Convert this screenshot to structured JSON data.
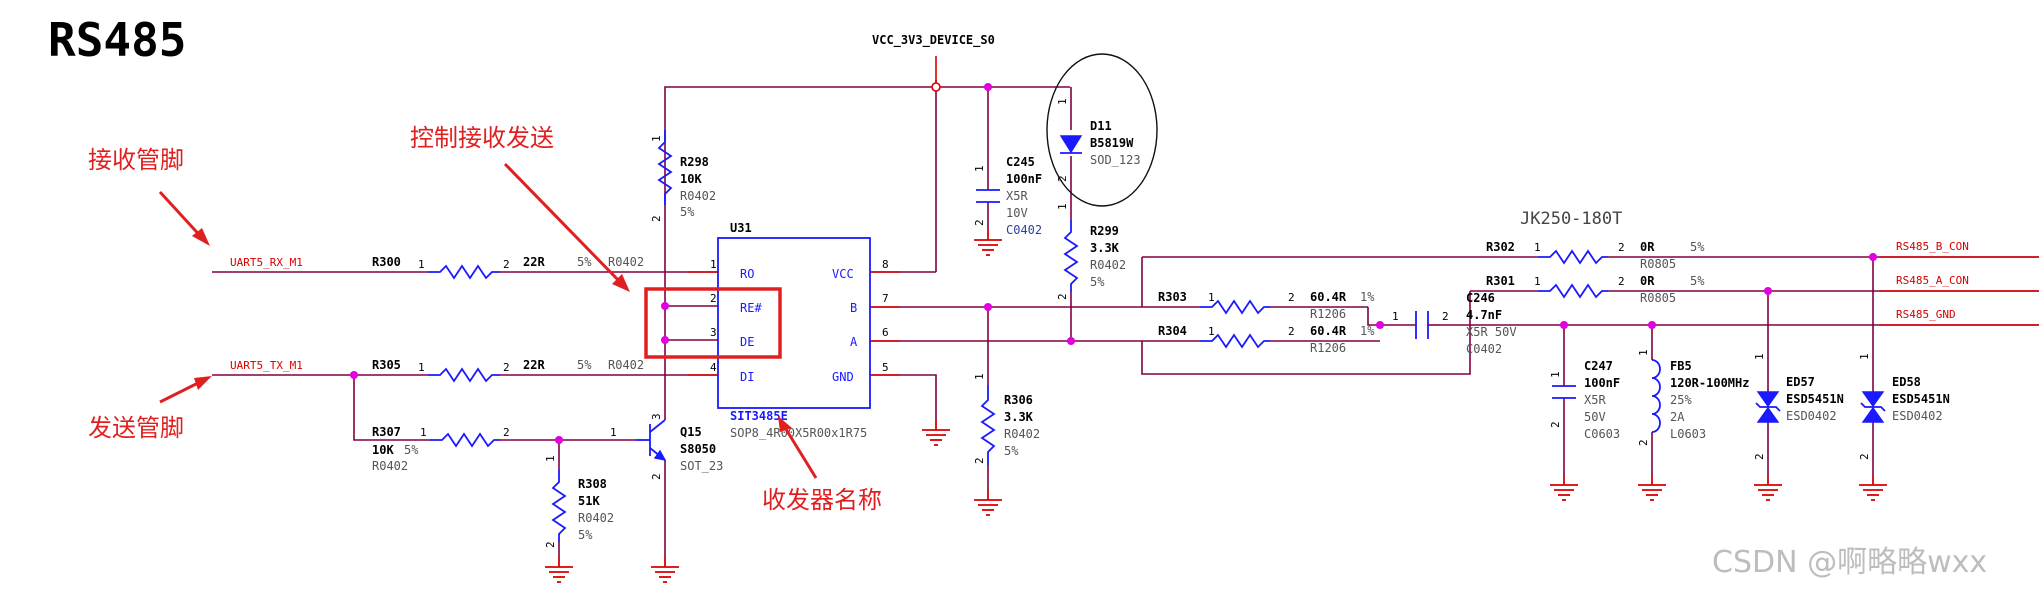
{
  "title": "RS485",
  "watermark": "CSDN @啊略略wxx",
  "annotations": {
    "rx_pin": "接收管脚",
    "tx_pin": "发送管脚",
    "control": "控制接收发送",
    "transceiver": "收发器名称"
  },
  "power": {
    "vcc_net": "VCC_3V3_DEVICE_S0"
  },
  "nets": {
    "uart_rx": "UART5_RX_M1",
    "uart_tx": "UART5_TX_M1",
    "rs485_b": "RS485_B_CON",
    "rs485_a": "RS485_A_CON",
    "rs485_gnd": "RS485_GND"
  },
  "connector": "JK250-180T",
  "ic": {
    "ref": "U31",
    "part": "SIT3485E",
    "package": "SOP8_4R00X5R00x1R75",
    "pins_left": [
      {
        "num": "1",
        "name": "RO"
      },
      {
        "num": "2",
        "name": "RE#"
      },
      {
        "num": "3",
        "name": "DE"
      },
      {
        "num": "4",
        "name": "DI"
      }
    ],
    "pins_right": [
      {
        "num": "8",
        "name": "VCC"
      },
      {
        "num": "7",
        "name": "B"
      },
      {
        "num": "6",
        "name": "A"
      },
      {
        "num": "5",
        "name": "GND"
      }
    ]
  },
  "components": {
    "r298": {
      "ref": "R298",
      "value": "10K",
      "pkg": "R0402",
      "tol": "5%",
      "p1": "1",
      "p2": "2"
    },
    "r300": {
      "ref": "R300",
      "p1": "1",
      "p2": "2",
      "value": "22R",
      "tol": "5%",
      "pkg": "R0402"
    },
    "r305": {
      "ref": "R305",
      "p1": "1",
      "p2": "2",
      "value": "22R",
      "tol": "5%",
      "pkg": "R0402"
    },
    "r307": {
      "ref": "R307",
      "p1": "1",
      "p2": "2",
      "value": "10K",
      "tol": "5%",
      "pkg": "R0402"
    },
    "r308": {
      "ref": "R308",
      "value": "51K",
      "pkg": "R0402",
      "tol": "5%",
      "p1": "1",
      "p2": "2"
    },
    "q15": {
      "ref": "Q15",
      "value": "S8050",
      "pkg": "SOT_23",
      "b": "1",
      "c": "3",
      "e": "2"
    },
    "c245": {
      "ref": "C245",
      "value": "100nF",
      "diel": "X5R",
      "volt": "10V",
      "pkg": "C0402",
      "p1": "1",
      "p2": "2"
    },
    "d11": {
      "ref": "D11",
      "value": "B5819W",
      "pkg": "SOD_123",
      "p1": "1",
      "p2": "2"
    },
    "r299": {
      "ref": "R299",
      "value": "3.3K",
      "pkg": "R0402",
      "tol": "5%",
      "p1": "1",
      "p2": "2"
    },
    "r306": {
      "ref": "R306",
      "value": "3.3K",
      "pkg": "R0402",
      "tol": "5%",
      "p1": "1",
      "p2": "2"
    },
    "r303": {
      "ref": "R303",
      "p1": "1",
      "p2": "2",
      "value": "60.4R",
      "tol": "1%",
      "pkg": "R1206"
    },
    "r304": {
      "ref": "R304",
      "p1": "1",
      "p2": "2",
      "value": "60.4R",
      "tol": "1%",
      "pkg": "R1206"
    },
    "r302": {
      "ref": "R302",
      "p1": "1",
      "p2": "2",
      "value": "0R",
      "tol": "5%",
      "pkg": "R0805"
    },
    "r301": {
      "ref": "R301",
      "p1": "1",
      "p2": "2",
      "value": "0R",
      "tol": "5%",
      "pkg": "R0805"
    },
    "c246": {
      "ref": "C246",
      "value": "4.7nF",
      "spec": "X5R 50V",
      "pkg": "C0402",
      "p1": "1",
      "p2": "2"
    },
    "c247": {
      "ref": "C247",
      "value": "100nF",
      "diel": "X5R",
      "volt": "50V",
      "pkg": "C0603",
      "p1": "1",
      "p2": "2"
    },
    "fb5": {
      "ref": "FB5",
      "value": "120R-100MHz",
      "tol": "25%",
      "curr": "2A",
      "pkg": "L0603",
      "p1": "1",
      "p2": "2"
    },
    "ed57": {
      "ref": "ED57",
      "value": "ESD5451N",
      "pkg": "ESD0402",
      "p1": "1",
      "p2": "2"
    },
    "ed58": {
      "ref": "ED58",
      "value": "ESD5451N",
      "pkg": "ESD0402",
      "p1": "1",
      "p2": "2"
    }
  }
}
